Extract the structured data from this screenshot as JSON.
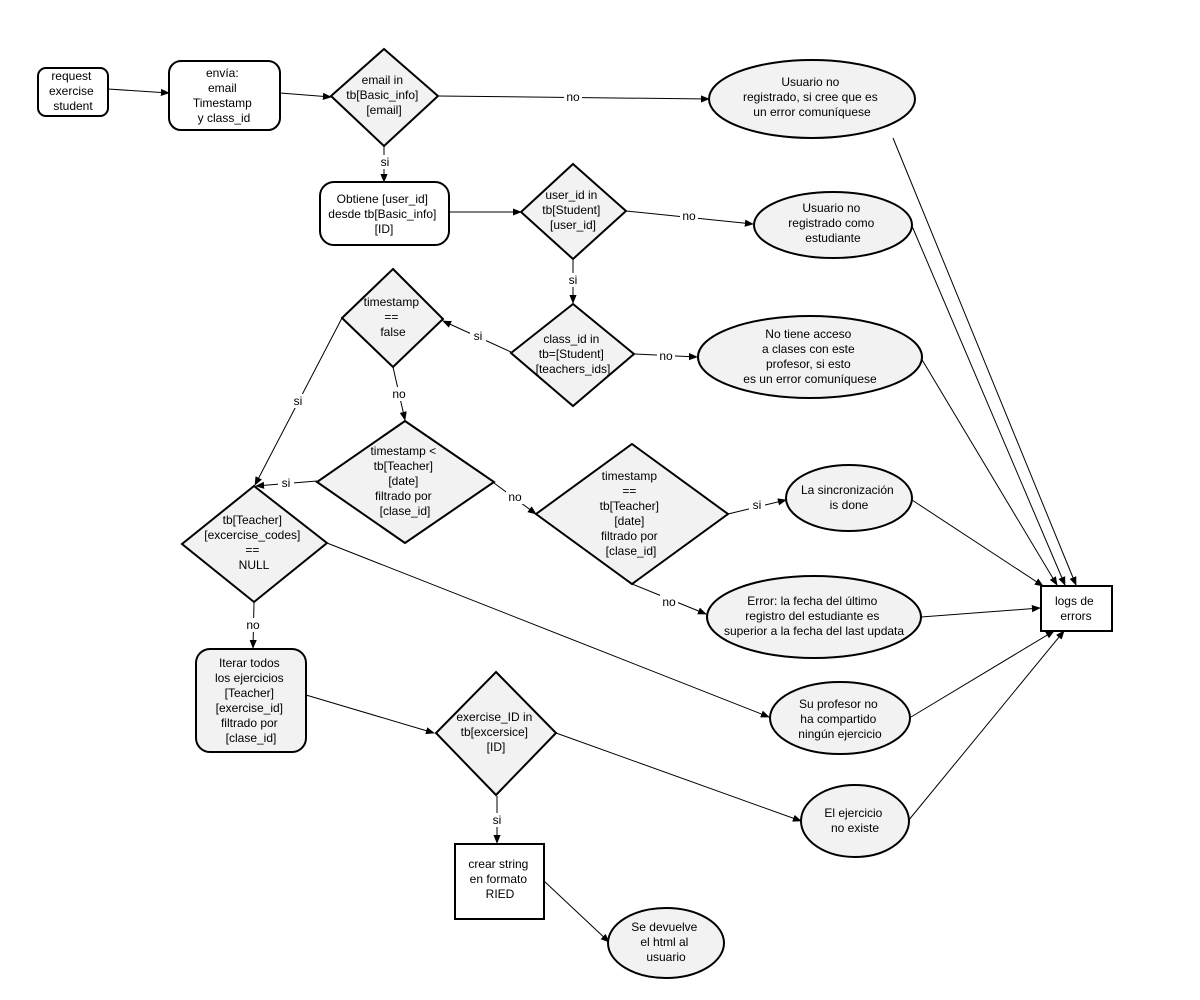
{
  "nodes": {
    "request": [
      "request",
      "exercise",
      "student"
    ],
    "envia": [
      "envía:",
      "email",
      "Timestamp",
      "y class_id"
    ],
    "email_check": [
      "email in",
      "tb[Basic_info]",
      "[email]"
    ],
    "no_registrado": [
      "Usuario no",
      "registrado, si cree que es",
      "un error comuníquese"
    ],
    "obtiene_user": [
      "Obtiene [user_id]",
      "desde tb[Basic_info]",
      "[ID]"
    ],
    "user_check": [
      "user_id in",
      "tb[Student]",
      "[user_id]"
    ],
    "no_estudiante": [
      "Usuario no",
      "registrado como",
      "estudiante"
    ],
    "class_check": [
      "class_id in",
      "tb=[Student]",
      "[teachers_ids]"
    ],
    "no_acceso": [
      "No tiene acceso",
      "a clases con este",
      "profesor, si esto",
      "es un error comuníquese"
    ],
    "timestamp_false": [
      "timestamp",
      "==",
      "false"
    ],
    "timestamp_lt": [
      "timestamp <",
      "tb[Teacher]",
      "[date]",
      "filtrado por",
      "[clase_id]"
    ],
    "timestamp_eq": [
      "timestamp",
      "==",
      "tb[Teacher]",
      "[date]",
      "filtrado por",
      "[clase_id]"
    ],
    "sync_done": [
      "La sincronización",
      "is done"
    ],
    "error_fecha": [
      "Error: la fecha del último",
      "registro del estudiante es",
      "superior a la fecha del last updata"
    ],
    "codes_null": [
      "tb[Teacher]",
      "[excercise_codes]",
      "==",
      "NULL"
    ],
    "logs": [
      "logs de",
      "errors"
    ],
    "iterar": [
      "Iterar todos",
      "los ejercicios",
      "[Teacher]",
      "[exercise_id]",
      "filtrado por",
      "[clase_id]"
    ],
    "no_compartido": [
      "Su profesor no",
      "ha compartido",
      "ningún ejercicio"
    ],
    "exercise_check": [
      "exercise_ID in",
      "tb[excersice]",
      "[ID]"
    ],
    "no_existe": [
      "El ejercicio",
      "no existe"
    ],
    "crear_string": [
      "crear string",
      "en formato",
      "RIED"
    ],
    "devuelve": [
      "Se devuelve",
      "el html al",
      "usuario"
    ]
  },
  "edge_labels": {
    "no": "no",
    "si": "si"
  },
  "colors": {
    "shape_fill": "#f2f2f2",
    "stroke": "#000000",
    "background": "#ffffff"
  }
}
